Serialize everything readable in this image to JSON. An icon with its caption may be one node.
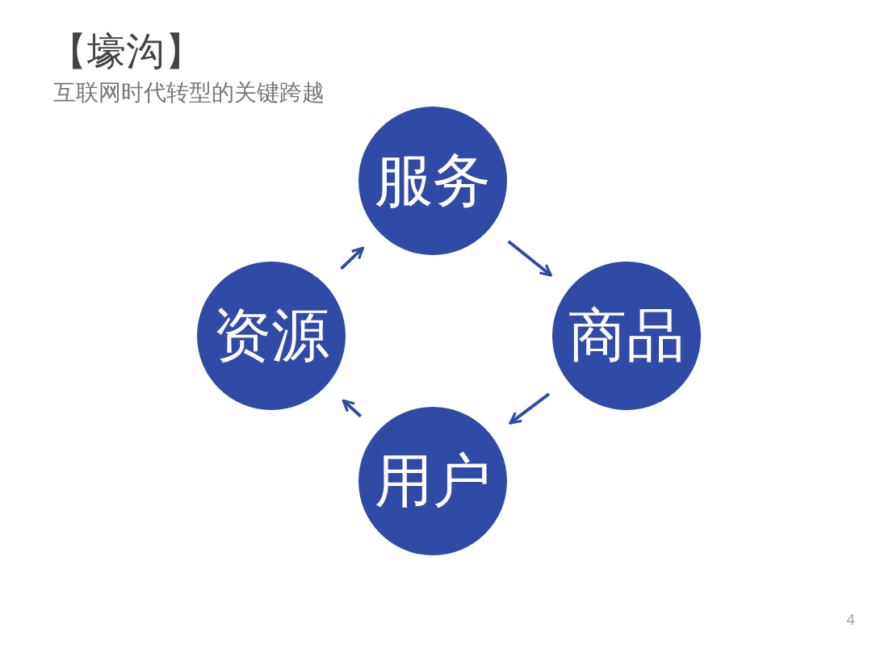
{
  "diagram": {
    "title": "【壕沟】",
    "caption": "互联网时代转型的关键跨越",
    "nodes": [
      {
        "text": [
          "服务"
        ]
      },
      {
        "text": [
          "资源"
        ]
      },
      {
        "text": [
          "商品"
        ]
      },
      {
        "text": [
          "用户"
        ]
      }
    ],
    "edges": [
      {
        "from": 1,
        "to": 0,
        "arrow": "to"
      },
      {
        "from": 0,
        "to": 2,
        "arrow": "to"
      },
      {
        "from": 2,
        "to": 3,
        "arrow": "to"
      },
      {
        "from": 3,
        "to": 1,
        "arrow": "to"
      }
    ],
    "labels": [
      "4"
    ]
  }
}
